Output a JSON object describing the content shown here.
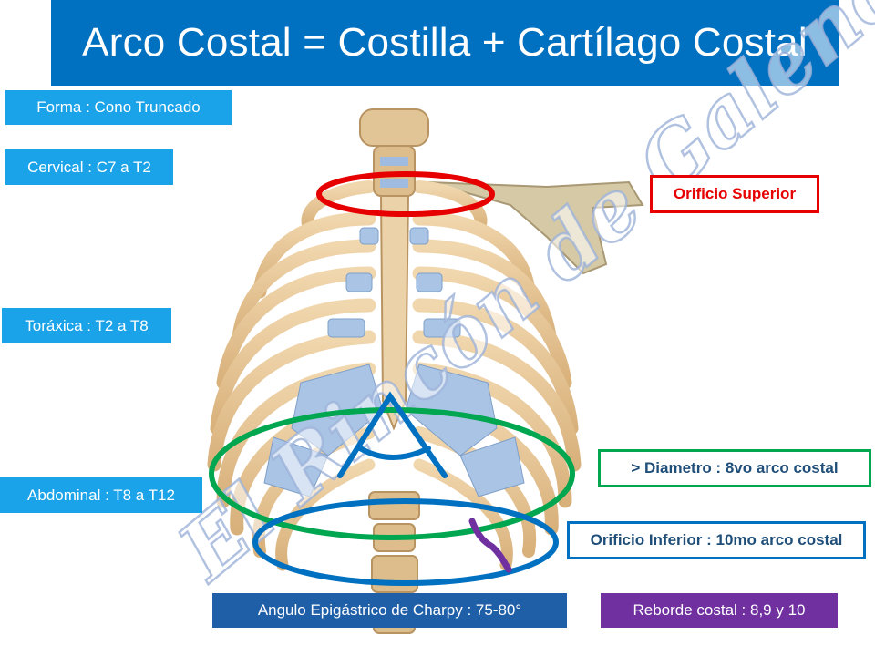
{
  "title": "Arco Costal = Costilla + Cartílago Costal",
  "left_labels": {
    "forma": "Forma : Cono Truncado",
    "cervical": "Cervical : C7 a T2",
    "toraxica": "Toráxica : T2 a T8",
    "abdominal": "Abdominal : T8 a T12"
  },
  "right_labels": {
    "orificio_superior": "Orificio Superior",
    "diametro": "> Diametro : 8vo arco costal",
    "orificio_inferior": "Orificio Inferior  : 10mo arco costal"
  },
  "bottom_labels": {
    "angulo": "Angulo Epigástrico de Charpy : 75-80°",
    "reborde": "Reborde costal : 8,9 y 10"
  },
  "watermark": "El Rincón de Galeno",
  "colors": {
    "title_bg": "#0070c0",
    "label_cyan": "#1aa3e8",
    "label_blue": "#1f5fa8",
    "label_purple": "#7030a0",
    "ring_red": "#e60000",
    "ring_green": "#00a650",
    "ring_blue": "#0070c0",
    "bone": "#e8c79a",
    "cartilage": "#a9c4e4"
  }
}
